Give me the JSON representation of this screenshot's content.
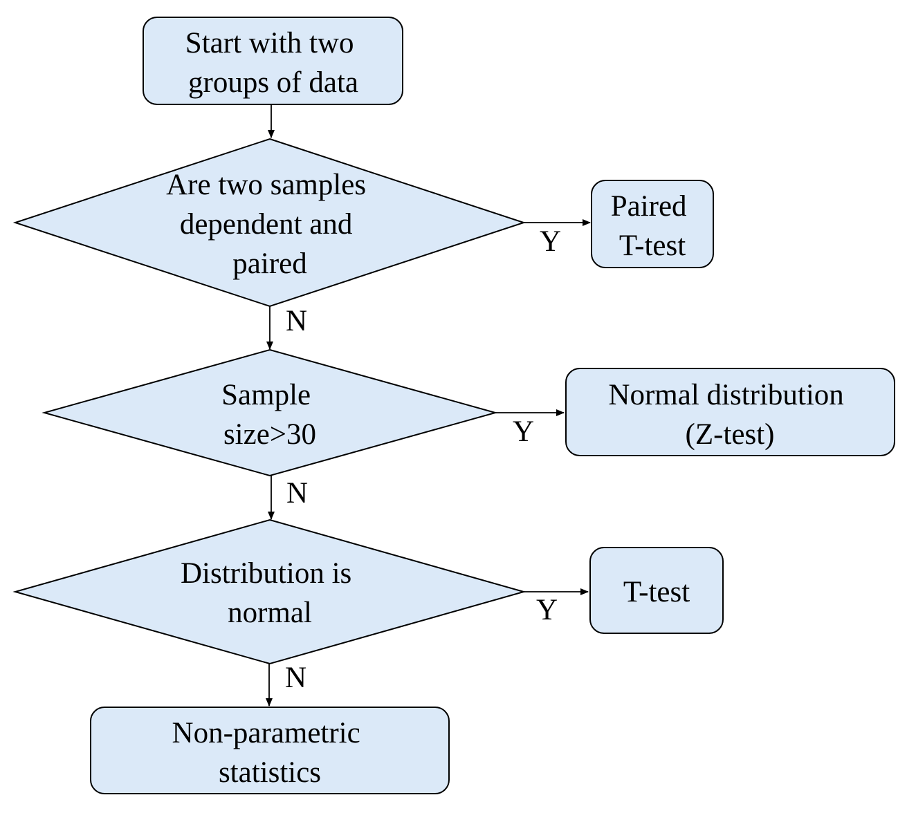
{
  "colors": {
    "node_fill": "#dbe9f8",
    "stroke": "#000000",
    "text": "#000000",
    "background": "#ffffff"
  },
  "nodes": {
    "start": {
      "shape": "rounded-rectangle",
      "lines": [
        "Start with two",
        "groups of data"
      ]
    },
    "decision_paired": {
      "shape": "diamond",
      "lines": [
        "Are two samples",
        "dependent and",
        "paired"
      ]
    },
    "paired_ttest": {
      "shape": "rounded-rectangle",
      "lines": [
        "Paired",
        "T-test"
      ]
    },
    "decision_size": {
      "shape": "diamond",
      "lines": [
        "Sample",
        "size>30"
      ]
    },
    "ztest": {
      "shape": "rounded-rectangle",
      "lines": [
        "Normal distribution",
        "(Z-test)"
      ]
    },
    "decision_normal": {
      "shape": "diamond",
      "lines": [
        "Distribution is",
        "normal"
      ]
    },
    "ttest": {
      "shape": "rounded-rectangle",
      "lines": [
        "T-test"
      ]
    },
    "nonparametric": {
      "shape": "rounded-rectangle",
      "lines": [
        "Non-parametric",
        "statistics"
      ]
    }
  },
  "edges": [
    {
      "from": "start",
      "to": "decision_paired",
      "label": ""
    },
    {
      "from": "decision_paired",
      "to": "paired_ttest",
      "label": "Y"
    },
    {
      "from": "decision_paired",
      "to": "decision_size",
      "label": "N"
    },
    {
      "from": "decision_size",
      "to": "ztest",
      "label": "Y"
    },
    {
      "from": "decision_size",
      "to": "decision_normal",
      "label": "N"
    },
    {
      "from": "decision_normal",
      "to": "ttest",
      "label": "Y"
    },
    {
      "from": "decision_normal",
      "to": "nonparametric",
      "label": "N"
    }
  ]
}
